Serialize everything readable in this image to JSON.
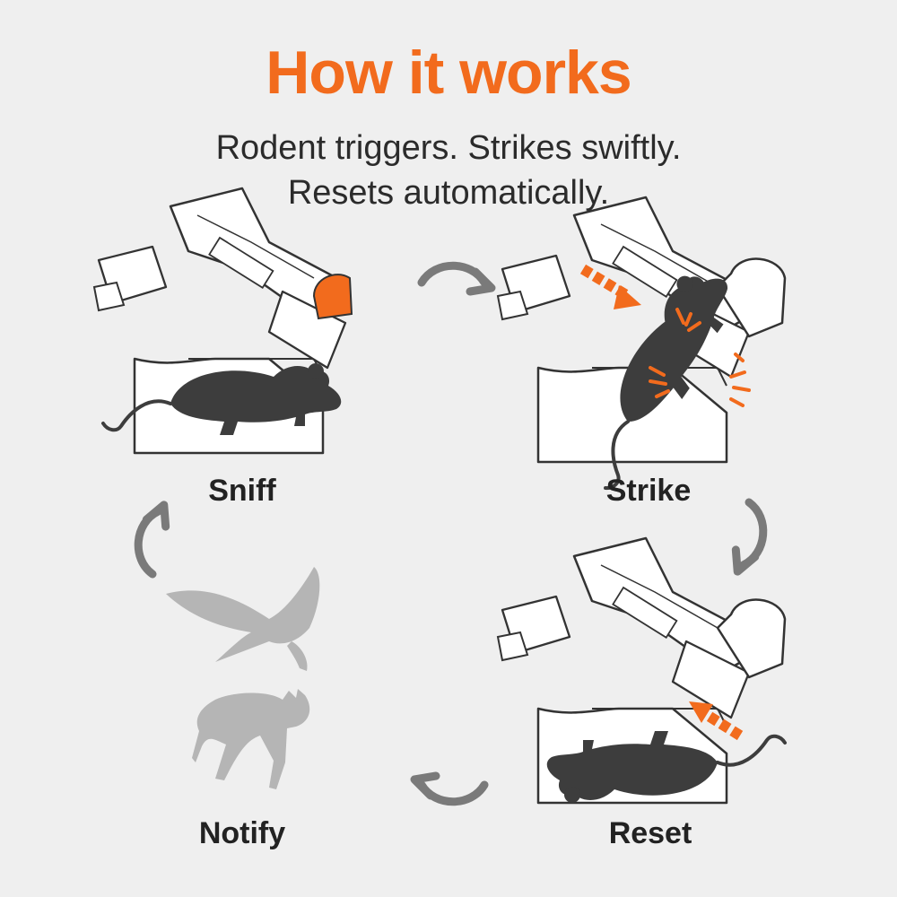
{
  "header": {
    "title": "How it works",
    "subtitle_line1": "Rodent triggers. Strikes swiftly.",
    "subtitle_line2": "Resets automatically."
  },
  "steps": [
    {
      "label": "Sniff"
    },
    {
      "label": "Strike"
    },
    {
      "label": "Reset"
    },
    {
      "label": "Notify"
    }
  ],
  "colors": {
    "accent": "#f26b1d",
    "background": "#efefef",
    "text": "#2b2b2b",
    "rodent": "#3d3d3d",
    "arrow": "#7a7a7a",
    "predator": "#b5b5b5"
  },
  "icons": [
    "cycle-arrow-icon",
    "trap-icon",
    "rat-icon",
    "hawk-icon",
    "fox-icon",
    "impact-burst-icon"
  ]
}
